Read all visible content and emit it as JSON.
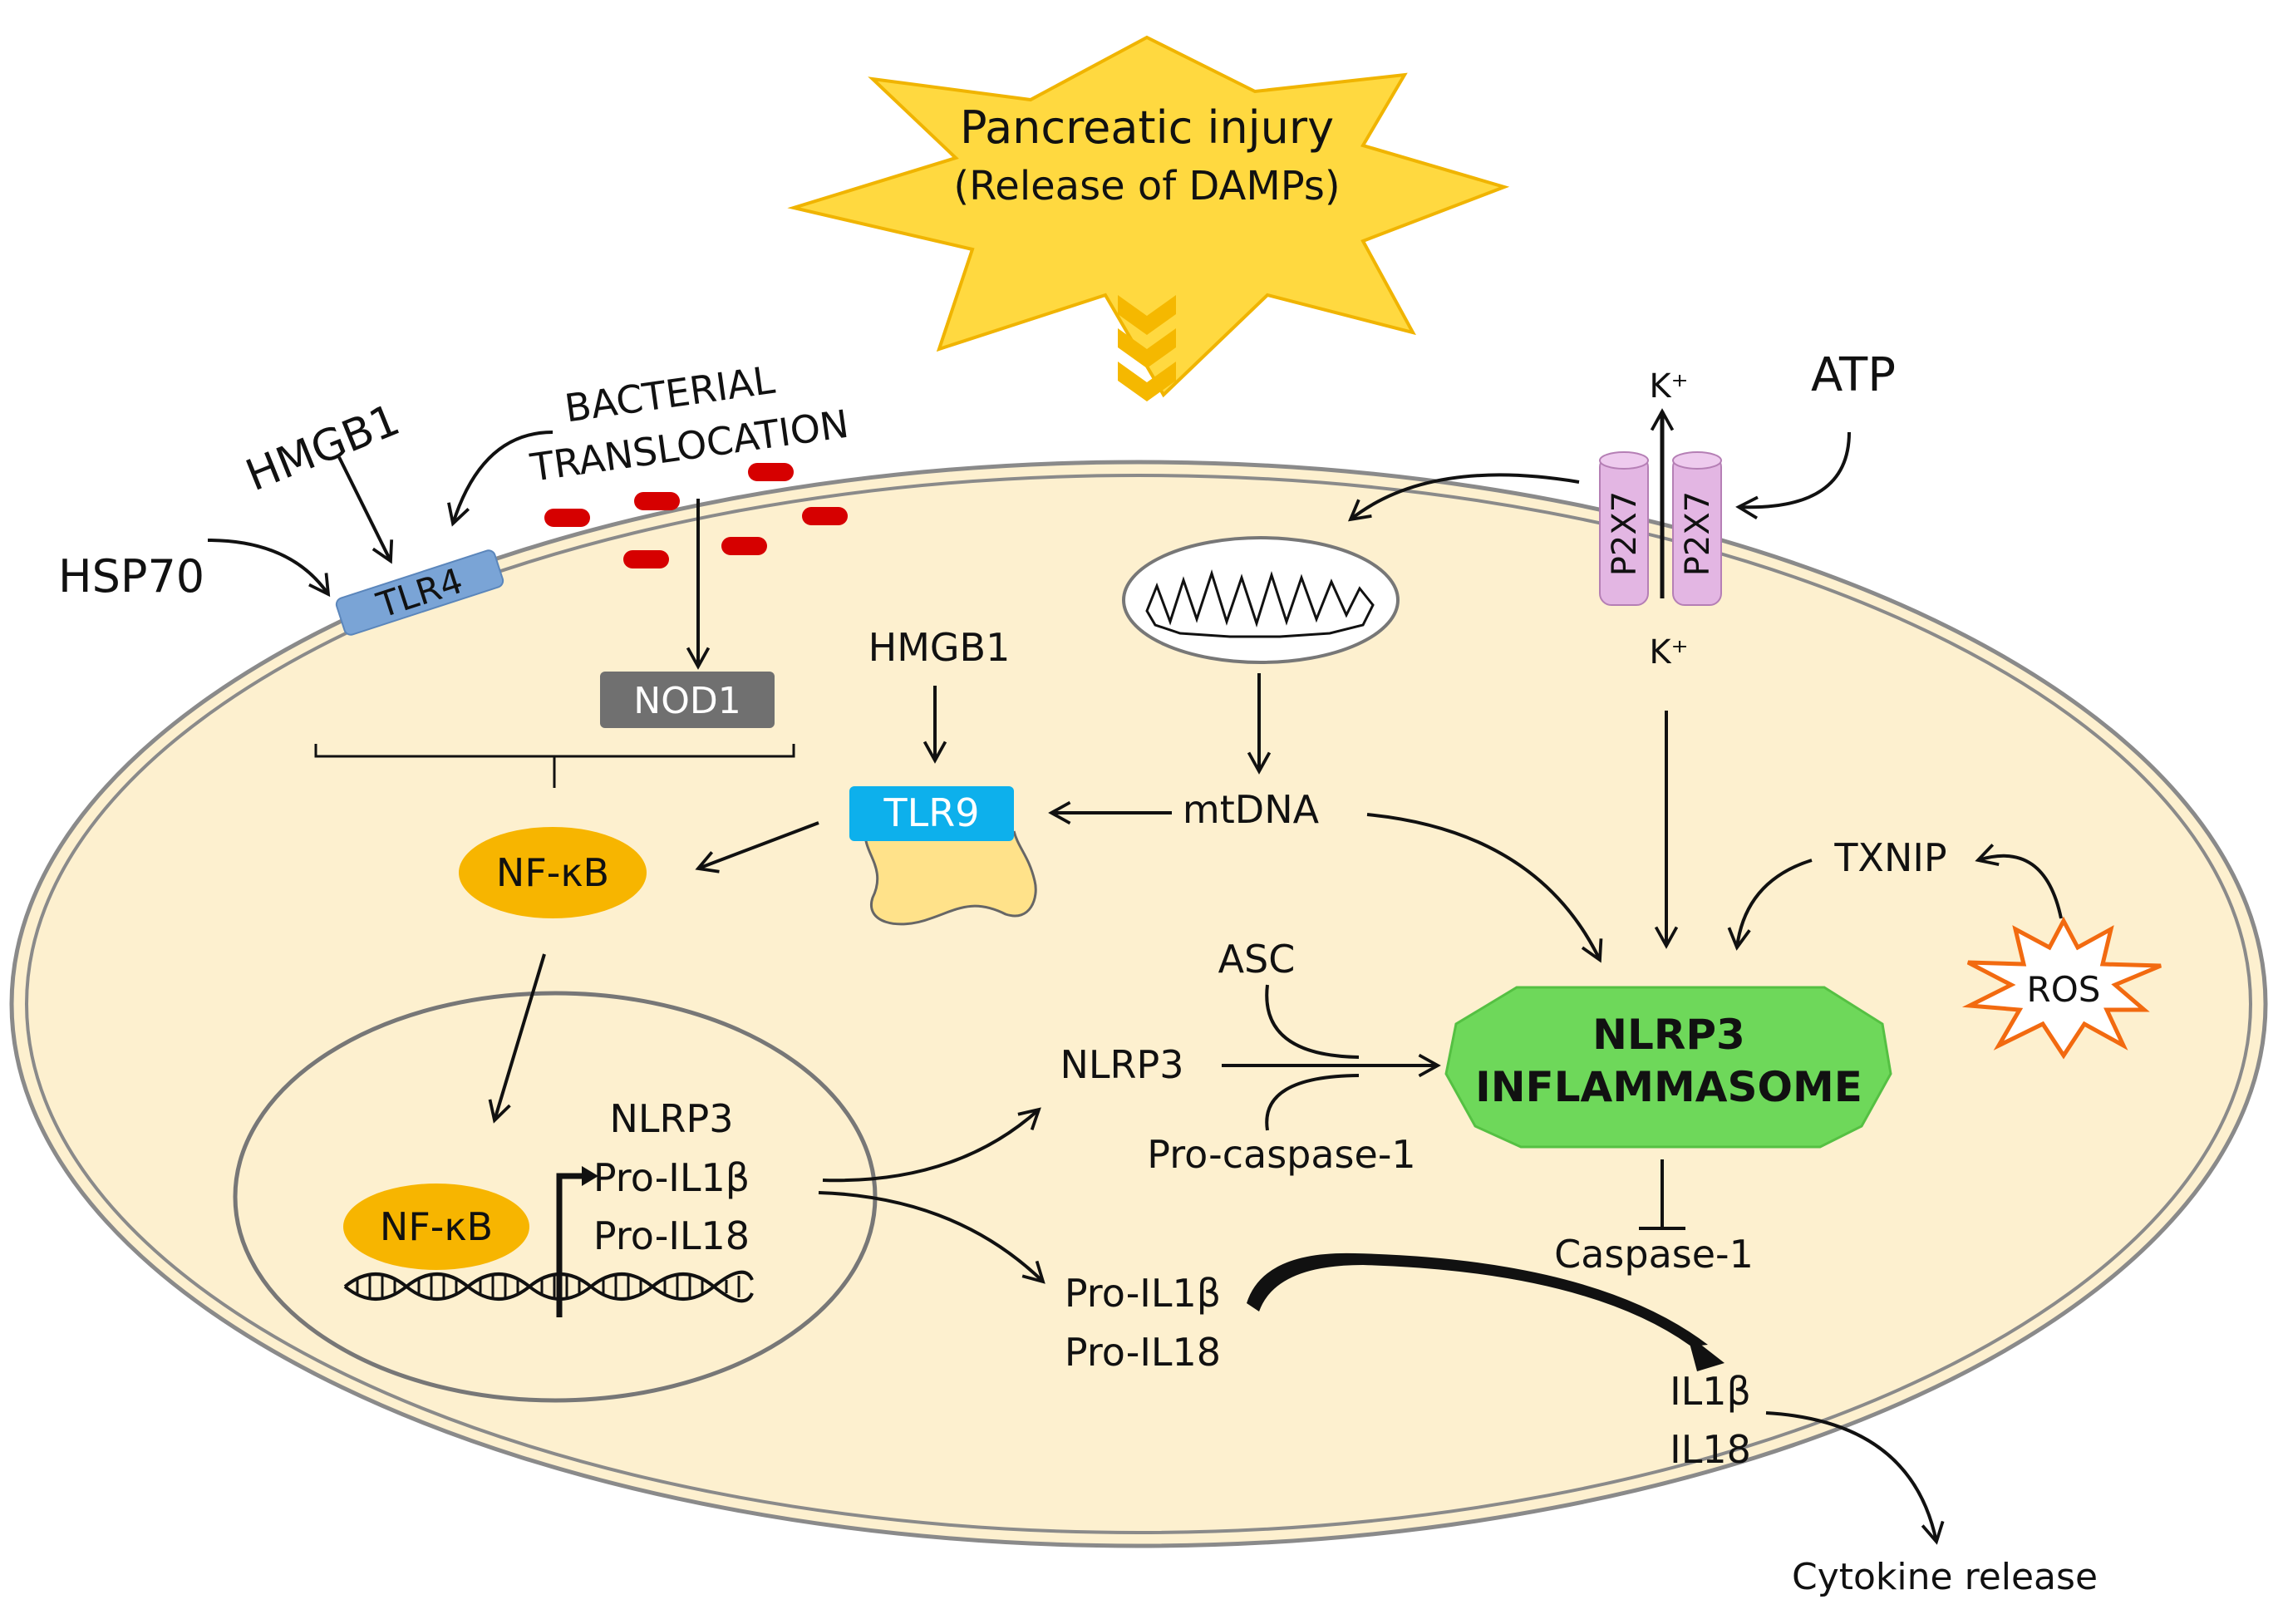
{
  "injury": {
    "title": "Pancreatic injury",
    "subtitle": "(Release of DAMPs)"
  },
  "extracellular": {
    "hmgb1": "HMGB1",
    "hsp70": "HSP70",
    "bacterial_line1": "BACTERIAL",
    "bacterial_line2": "TRANSLOCATION",
    "atp": "ATP",
    "k_out": "K⁺"
  },
  "receptors": {
    "tlr4": "TLR4",
    "nod1": "NOD1",
    "tlr9": "TLR9",
    "p2x7_left": "P2X7",
    "p2x7_right": "P2X7"
  },
  "cytoplasm": {
    "k_in": "K⁺",
    "hmgb1": "HMGB1",
    "mtdna": "mtDNA",
    "nfkb": "NF-κB",
    "txnip": "TXNIP",
    "ros": "ROS",
    "asc": "ASC",
    "nlrp3": "NLRP3",
    "pro_caspase1": "Pro-caspase-1",
    "inflammasome_line1": "NLRP3",
    "inflammasome_line2": "INFLAMMASOME",
    "caspase1": "Caspase-1",
    "pro_il1b": "Pro-IL1β",
    "pro_il18": "Pro-IL18",
    "il1b": "IL1β",
    "il18": "IL18"
  },
  "nucleus": {
    "nfkb": "NF-κB",
    "genes": [
      "NLRP3",
      "Pro-IL1β",
      "Pro-IL18"
    ]
  },
  "outside": {
    "cytokine_release": "Cytokine release"
  }
}
